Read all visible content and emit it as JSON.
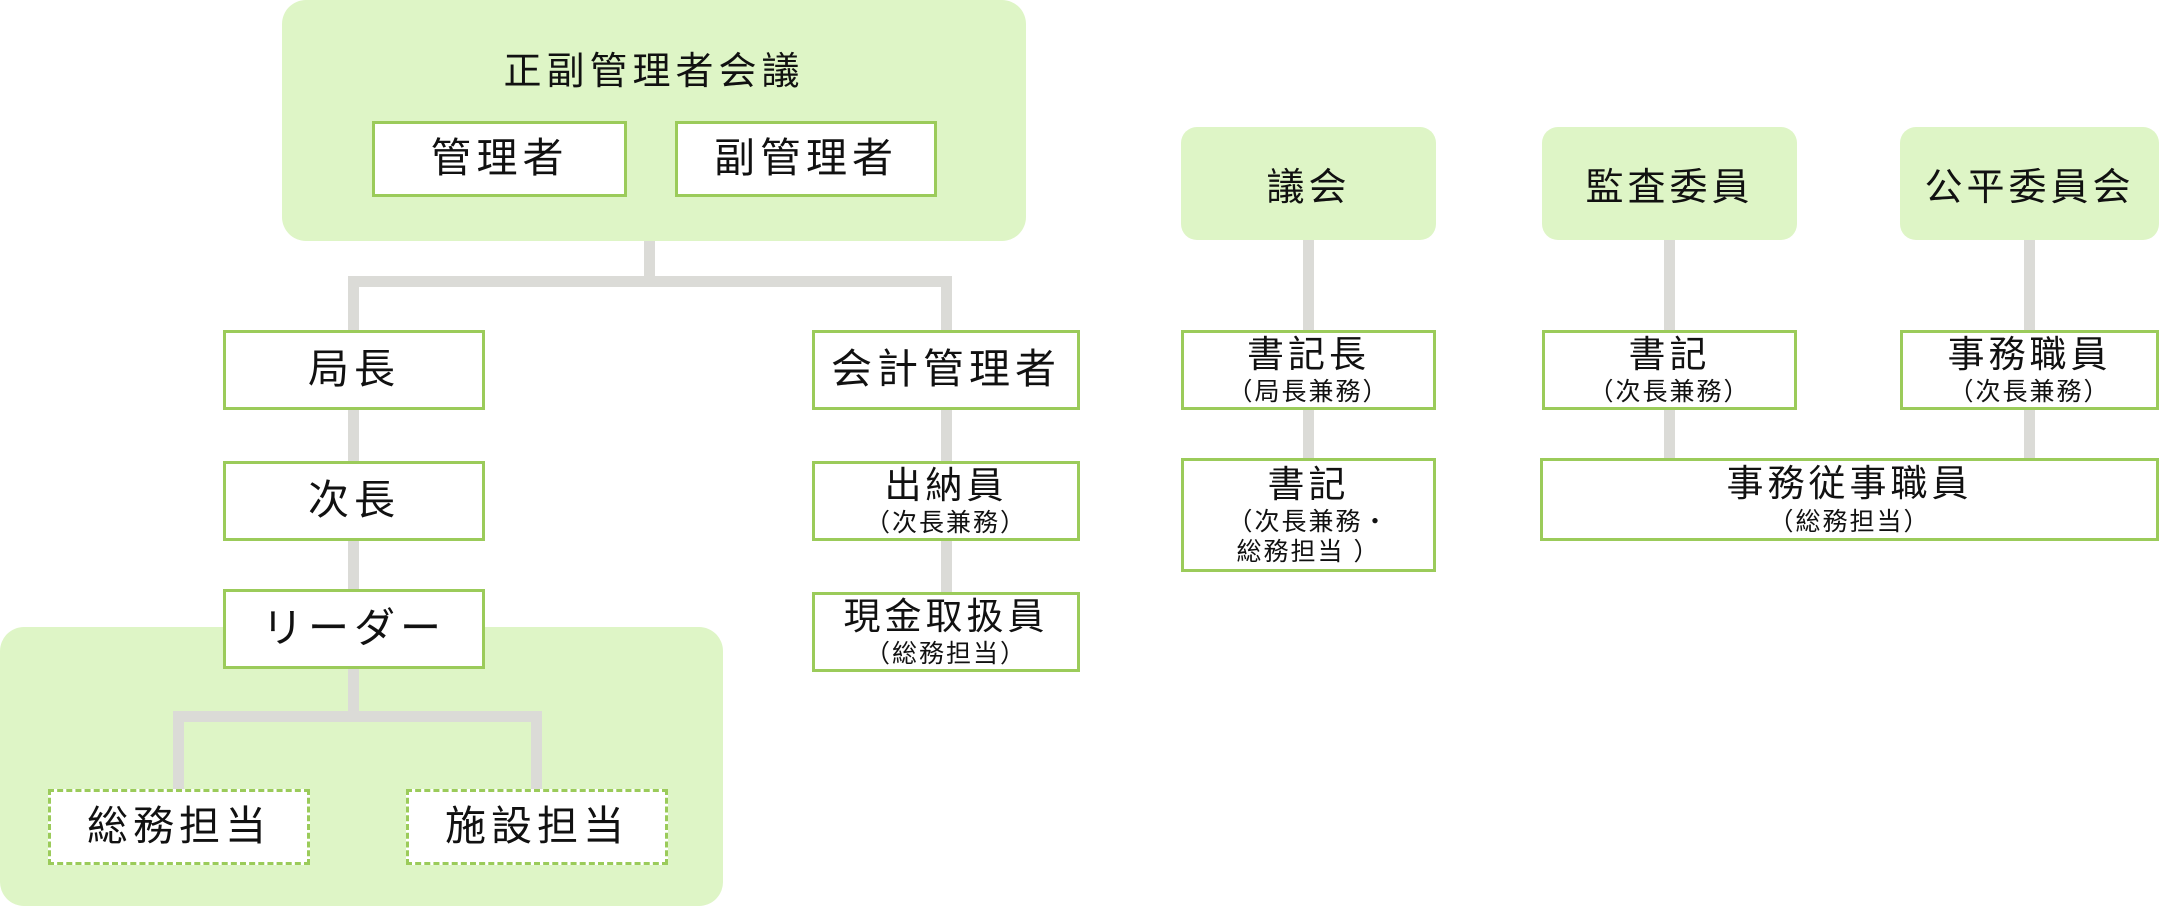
{
  "colors": {
    "panel_green": "#def5c6",
    "border_green": "#9bcb5a",
    "connector_gray": "#dbdbd7"
  },
  "diagram": {
    "executive": {
      "title": "正副管理者会議",
      "manager": "管理者",
      "deputy_manager": "副管理者"
    },
    "admin": {
      "director": "局長",
      "deputy_director": "次長",
      "leader": "リーダー",
      "team_general": "総務担当",
      "team_facilities": "施設担当"
    },
    "accounting": {
      "manager": "会計管理者",
      "treasurer": "出納員",
      "treasurer_sub": "（次長兼務）",
      "cash_handler": "現金取扱員",
      "cash_handler_sub": "（総務担当）"
    },
    "council": {
      "header": "議会",
      "chief_clerk": "書記長",
      "chief_clerk_sub": "（局長兼務）",
      "clerk": "書記",
      "clerk_sub_line1": "（次長兼務・",
      "clerk_sub_line2": "総務担当 ）"
    },
    "audit": {
      "header": "監査委員",
      "clerk": "書記",
      "clerk_sub": "（次長兼務）"
    },
    "equity": {
      "header": "公平委員会",
      "staff": "事務職員",
      "staff_sub": "（次長兼務）"
    },
    "shared": {
      "title": "事務従事職員",
      "sub": "（総務担当）"
    }
  }
}
